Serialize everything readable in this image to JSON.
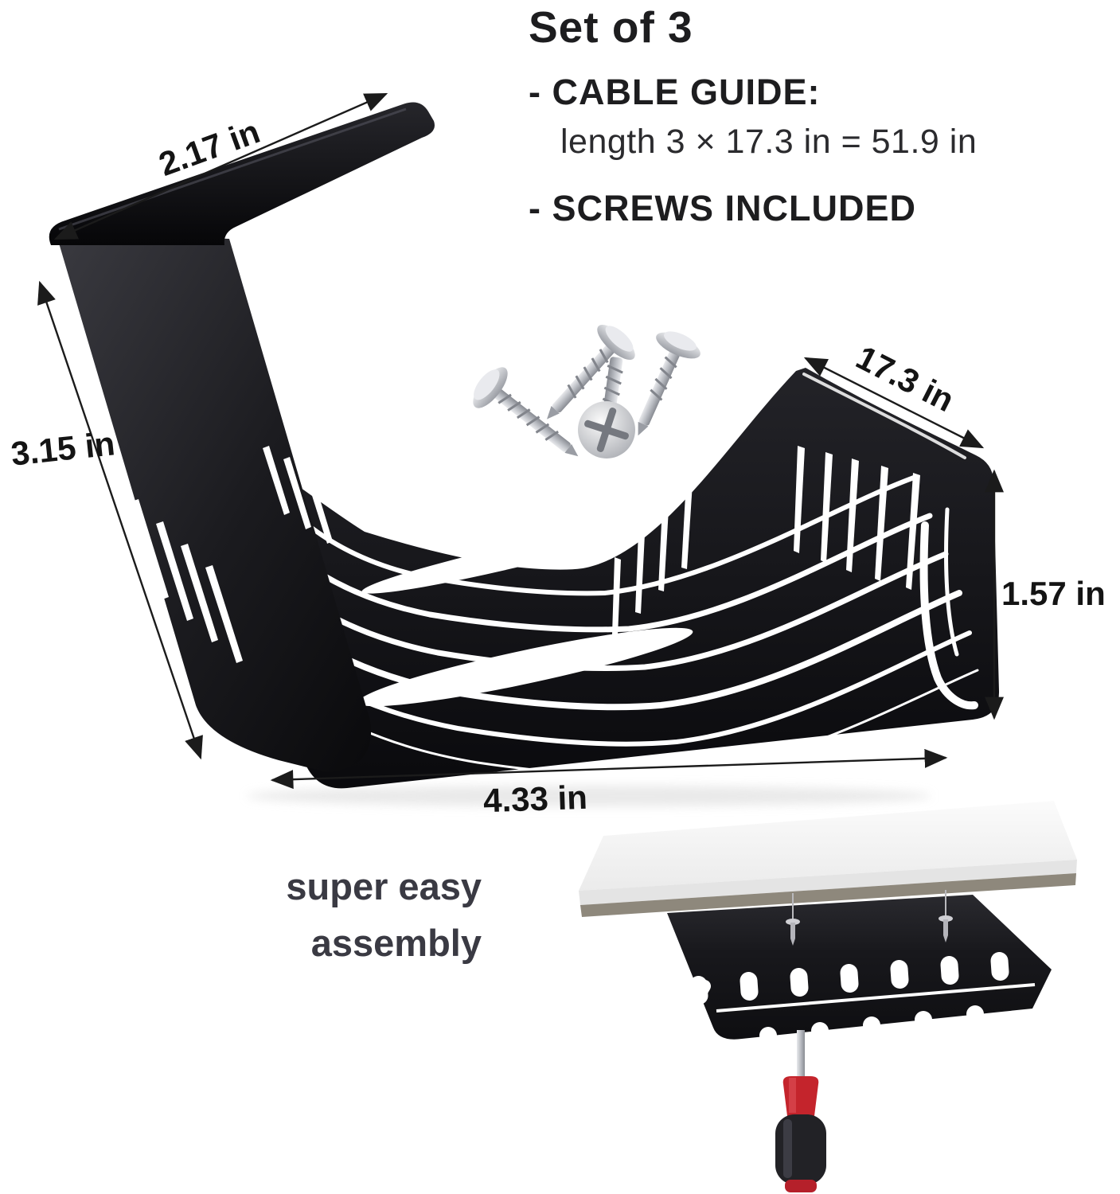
{
  "header": {
    "title": "Set of 3",
    "bullet1_label": "- CABLE GUIDE:",
    "bullet1_detail": "length 3 × 17.3 in = 51.9 in",
    "bullet2_label": "- SCREWS INCLUDED"
  },
  "dimensions": {
    "hook_width": "2.17 in",
    "hook_height": "3.15 in",
    "guide_length": "17.3 in",
    "end_height": "1.57 in",
    "base_width": "4.33 in"
  },
  "caption": {
    "line1": "super easy",
    "line2": "assembly"
  },
  "icons": {
    "product": "cable-guide-bracket-stack",
    "hardware": "mounting-screws",
    "photo": "under-desk-installation",
    "tool": "screwdriver"
  },
  "colors": {
    "text": "#1d1d1f",
    "caption_text": "#3a3a43",
    "product_black": "#131316",
    "screw_metal": "#b9bcc2",
    "screwdriver_red": "#c4242c",
    "screwdriver_grip": "#222226",
    "desk_top": "#f4f4f4",
    "desk_edge": "#8e887c"
  }
}
